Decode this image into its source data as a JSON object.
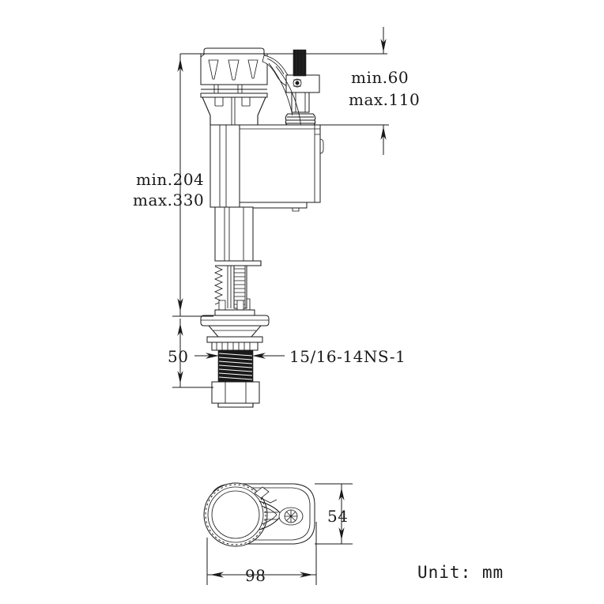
{
  "drawing": {
    "title": "Toilet fill valve technical drawing",
    "unit_note": "Unit: mm",
    "line_color": "#1a1a1a",
    "background_color": "#ffffff",
    "dimensions": {
      "height_min_label": "min.204",
      "height_max_label": "max.330",
      "top_min_label": "min.60",
      "top_max_label": "max.110",
      "shank_label": "50",
      "thread_label": "15/16-14NS-1",
      "plan_width_label": "98",
      "plan_depth_label": "54"
    },
    "views": {
      "elevation_name": "front-elevation-view",
      "plan_name": "top-plan-view"
    }
  }
}
